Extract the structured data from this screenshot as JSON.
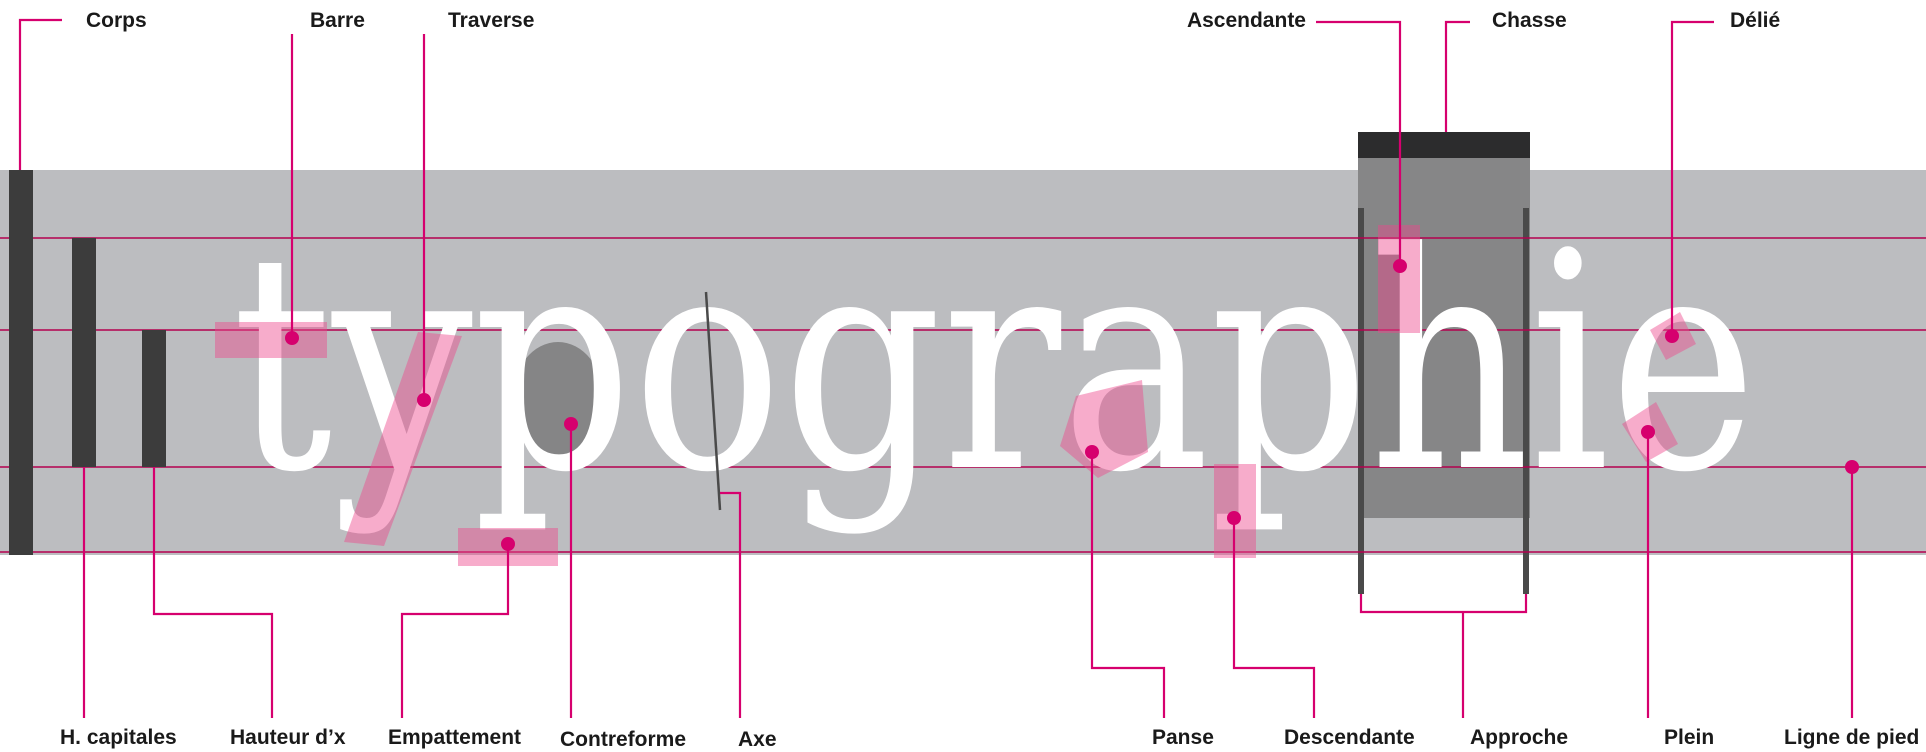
{
  "word": "typographie",
  "labels": {
    "corps": "Corps",
    "barre": "Barre",
    "traverse": "Traverse",
    "ascendante": "Ascendante",
    "chasse": "Chasse",
    "delie": "Délié",
    "h_capitales": "H. capitales",
    "hauteur_x": "Hauteur d’x",
    "empattement": "Empattement",
    "contreforme": "Contreforme",
    "axe": "Axe",
    "panse": "Panse",
    "descendante": "Descendante",
    "approche": "Approche",
    "plein": "Plein",
    "ligne_de_pied": "Ligne de pied"
  },
  "colors": {
    "accent": "#d6006e",
    "band": "#bcbdc0",
    "dark": "#3c3c3c",
    "highlight": "#ee468c"
  }
}
